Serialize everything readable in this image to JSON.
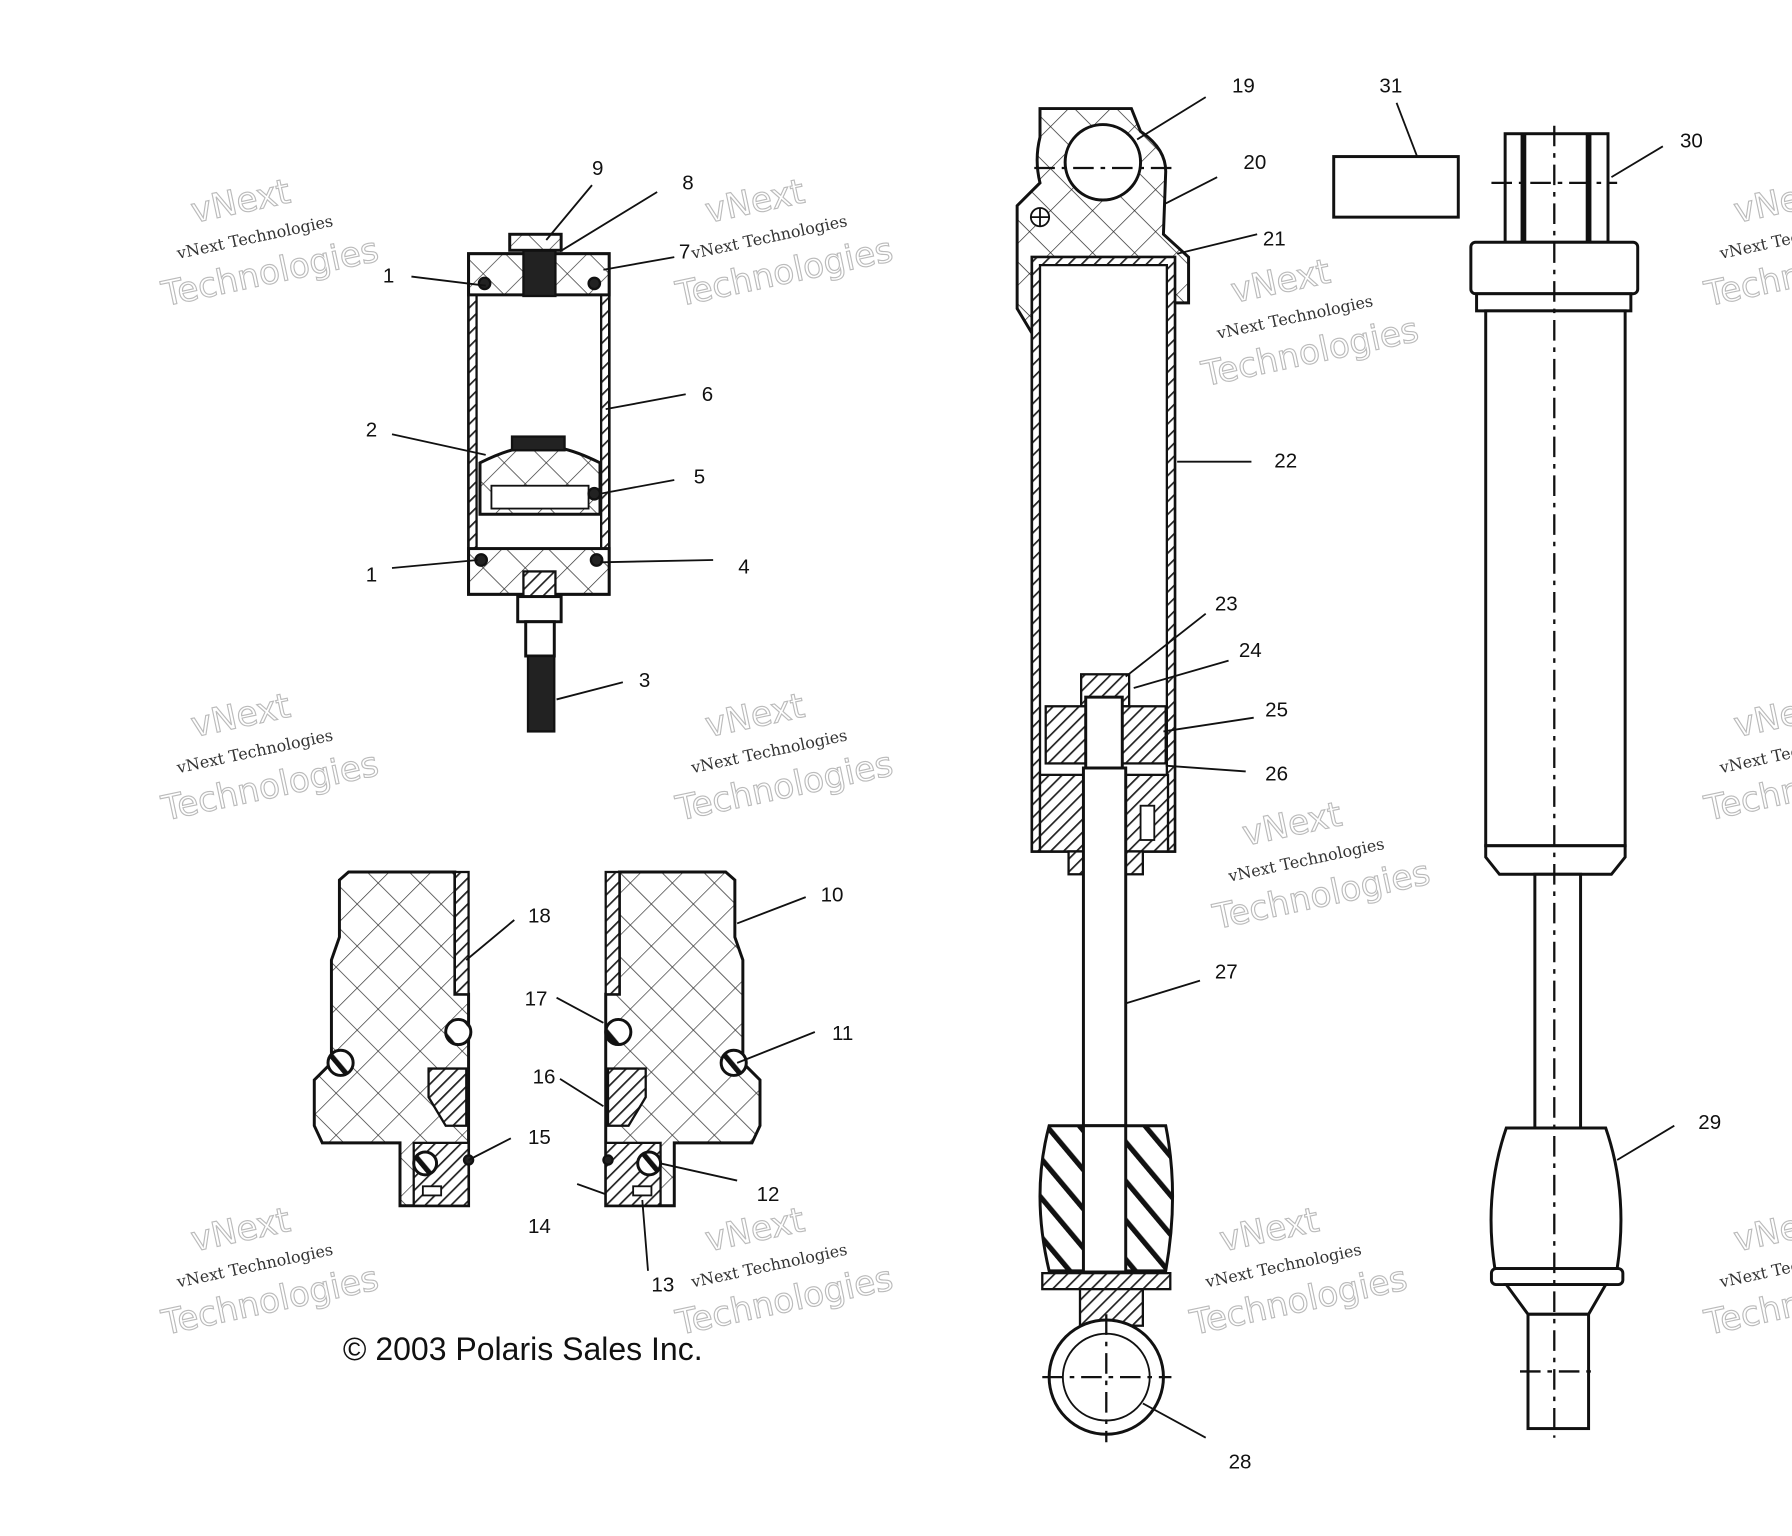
{
  "copyright": "© 2003 Polaris Sales Inc.",
  "watermark": {
    "brand": "vNext",
    "line": "vNext Technologies",
    "big": "Technologies"
  },
  "callouts": {
    "c1a": "1",
    "c1b": "1",
    "c2": "2",
    "c3": "3",
    "c4": "4",
    "c5": "5",
    "c6": "6",
    "c7": "7",
    "c8": "8",
    "c9": "9",
    "c10": "10",
    "c11": "11",
    "c12": "12",
    "c13": "13",
    "c14": "14",
    "c15": "15",
    "c16": "16",
    "c17": "17",
    "c18": "18",
    "c19": "19",
    "c20": "20",
    "c21": "21",
    "c22": "22",
    "c23": "23",
    "c24": "24",
    "c25": "25",
    "c26": "26",
    "c27": "27",
    "c28": "28",
    "c29": "29",
    "c30": "30",
    "c31": "31"
  }
}
